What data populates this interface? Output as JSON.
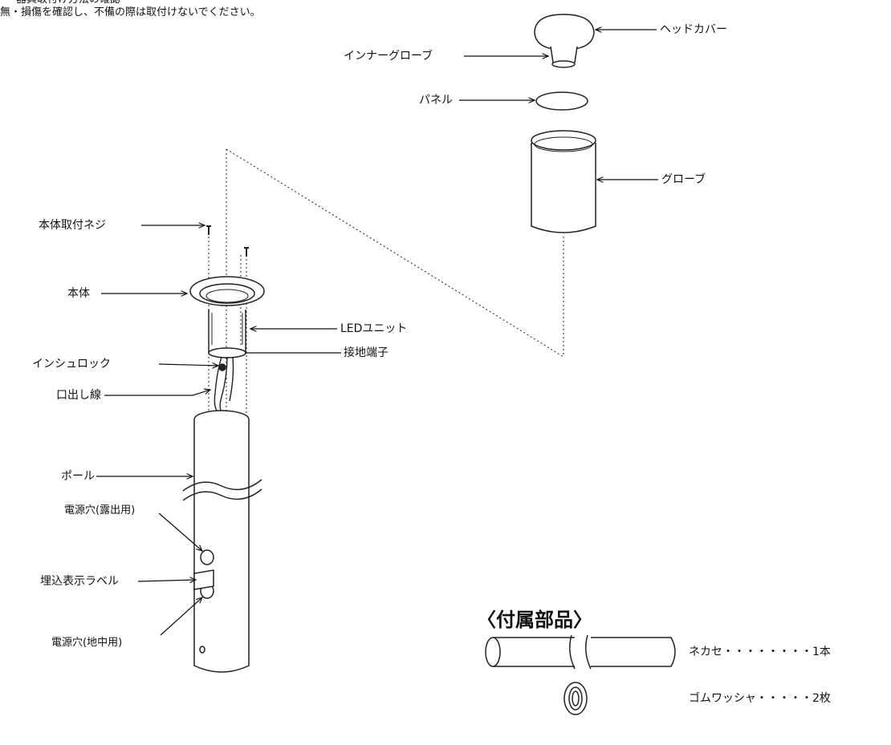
{
  "notes": {
    "line1": "器具取付け方法の確認",
    "line2": "無・損傷を確認し、不備の際は取付けないでください。"
  },
  "labels": {
    "head_cover": "ヘッドカバー",
    "inner_globe": "インナーグローブ",
    "panel": "パネル",
    "globe": "グローブ",
    "body_screw": "本体取付ネジ",
    "body": "本体",
    "led_unit": "LEDユニット",
    "insulock": "インシュロック",
    "ground_terminal": "接地端子",
    "lead_wire": "口出し線",
    "pole": "ポール",
    "power_hole_exposed": "電源穴(露出用)",
    "embed_label": "埋込表示ラベル",
    "power_hole_underground": "電源穴(地中用)"
  },
  "accessories": {
    "title": "〈付属部品〉",
    "items": [
      {
        "name": "ネカセ・・・・・・・・1本"
      },
      {
        "name": "ゴムワッシャ・・・・・2枚"
      }
    ]
  }
}
